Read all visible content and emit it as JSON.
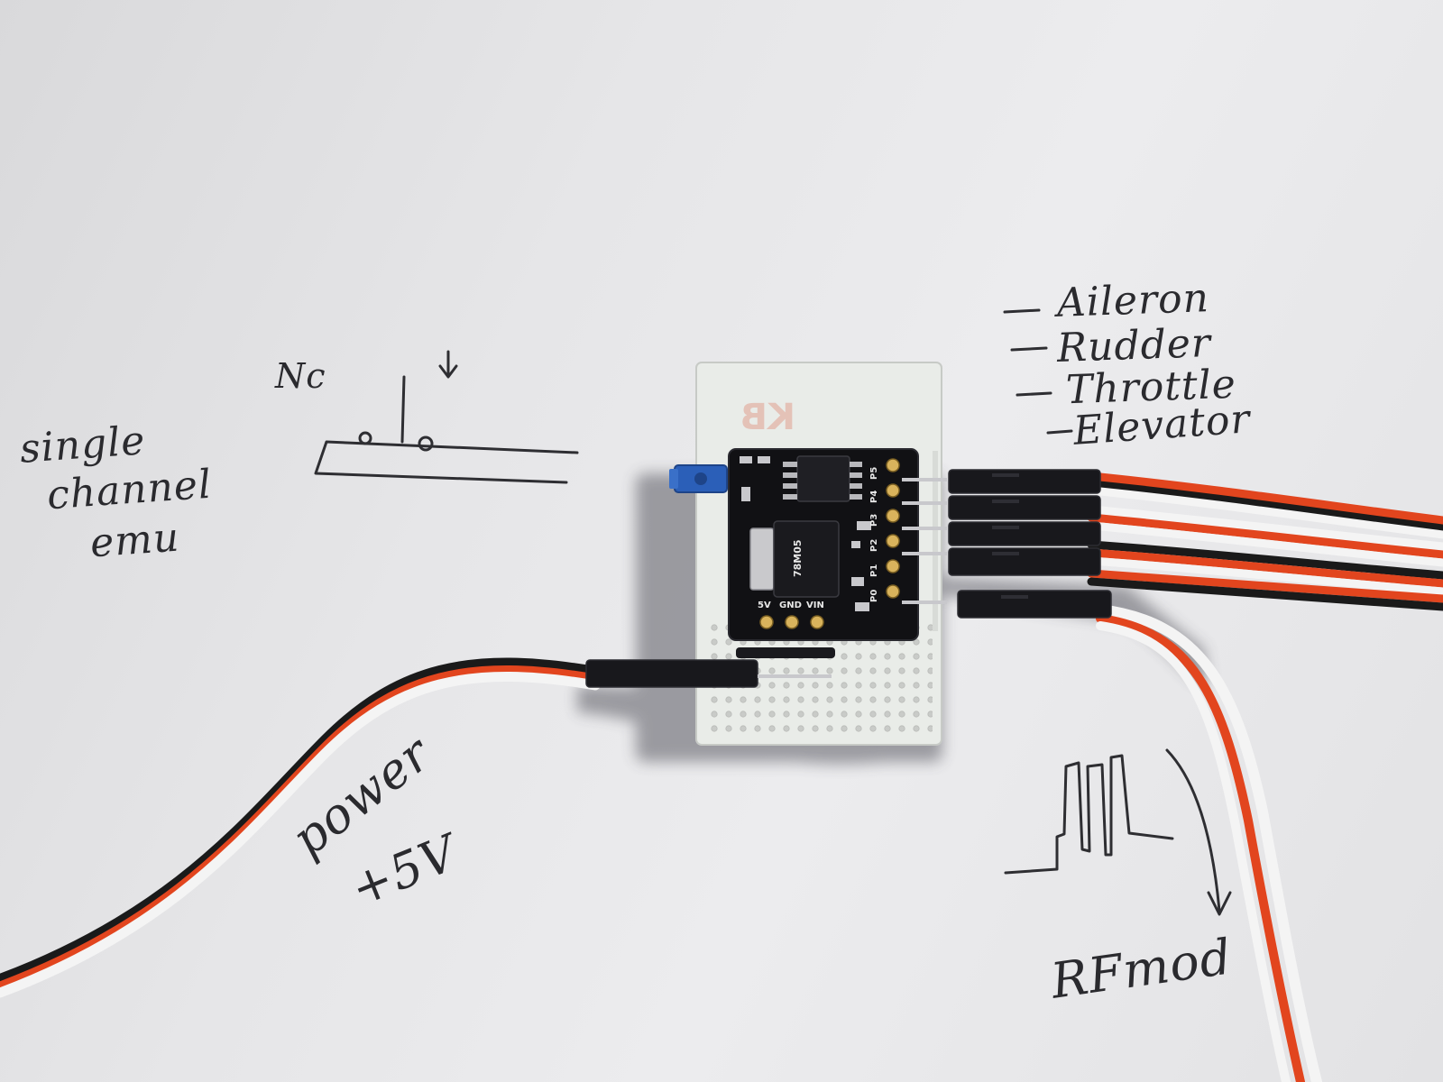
{
  "handwritten_notes": {
    "nc": "Nc",
    "single": "single",
    "channel": "channel",
    "emu": "emu",
    "power": "power",
    "voltage": "+5V",
    "rf_mod": "RFmod"
  },
  "channel_labels": [
    "Aileron",
    "Rudder",
    "Throttle",
    "Elevator"
  ],
  "board": {
    "protoboard_marking": "KB",
    "pin_labels": [
      "P5",
      "P4",
      "P3",
      "P2",
      "P1",
      "P0"
    ],
    "power_pin_labels": [
      "5V",
      "GND",
      "VIN"
    ],
    "regulator_marking": "78M05"
  },
  "colors": {
    "paper": "#e6e6e8",
    "ink": "#2a2a2e",
    "board": "#111114",
    "perfboard": "#e9ece8",
    "wire_signal": "#f4f4f4",
    "wire_power": "#e2451e",
    "wire_ground": "#1a1a1a",
    "jumper": "#2b5fb8"
  }
}
